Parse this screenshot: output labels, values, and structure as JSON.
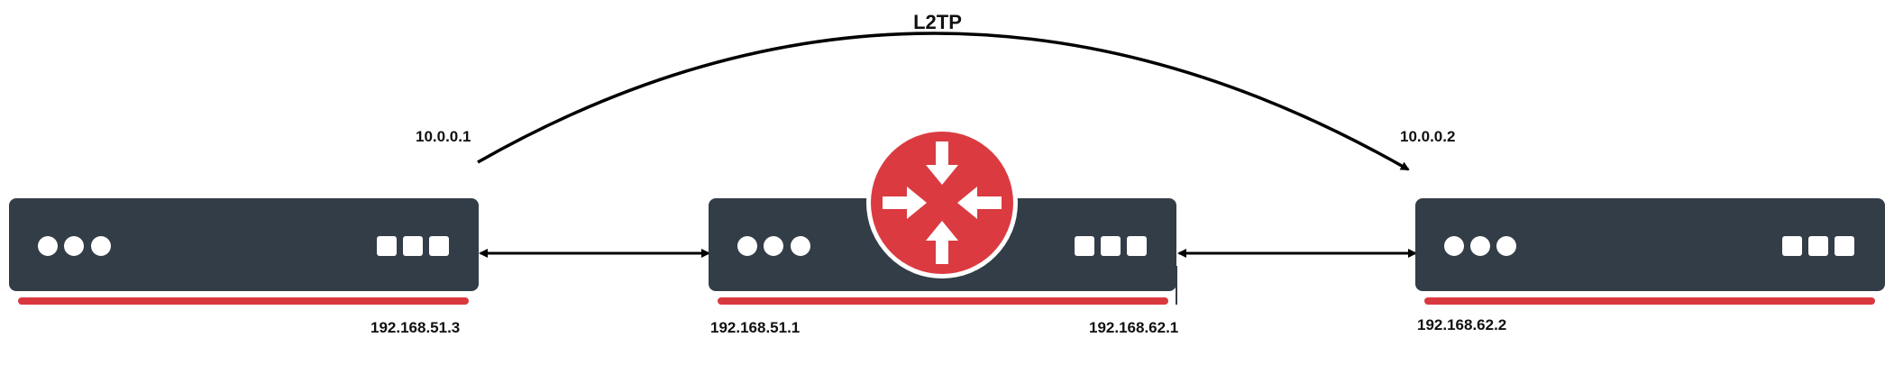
{
  "tunnel": {
    "label": "L2TP",
    "left_ip": "10.0.0.1",
    "right_ip": "10.0.0.2"
  },
  "devices": {
    "left": {
      "ip": "192.168.51.3"
    },
    "middle": {
      "ip_left": "192.168.51.1",
      "ip_right": "192.168.62.1"
    },
    "right": {
      "ip": "192.168.62.2"
    }
  },
  "colors": {
    "device_body": "#333d47",
    "accent_bar": "#d9383f",
    "router": "#db3a41",
    "connector": "#000000"
  },
  "icons": {
    "router": "router-arrows-icon"
  }
}
